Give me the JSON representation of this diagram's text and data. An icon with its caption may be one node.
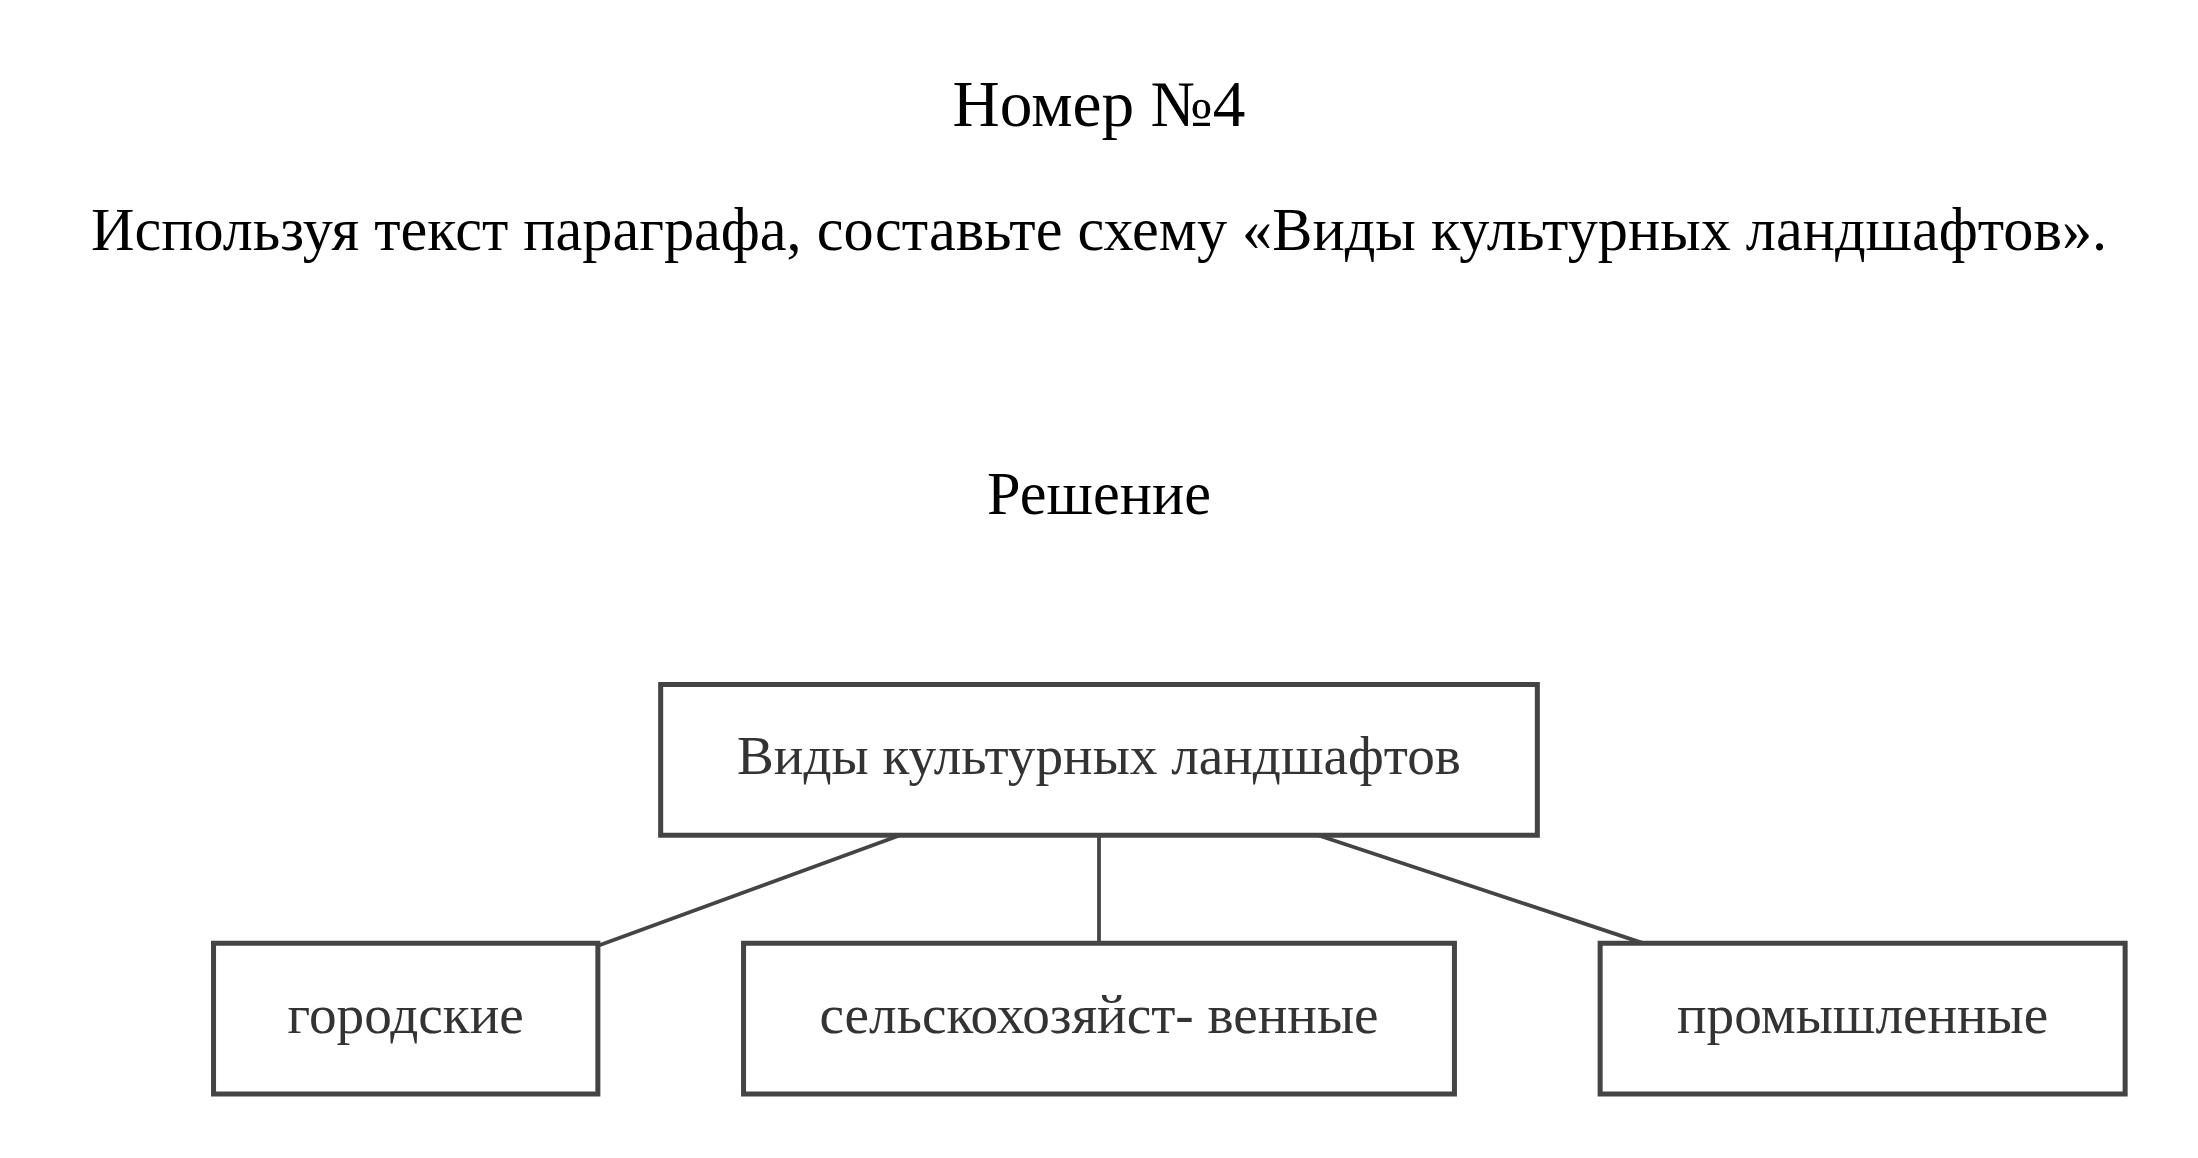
{
  "diagram": {
    "title": "Номер №4",
    "nodes": [
      {
        "text": [
          "Виды культурных ландшафтов"
        ]
      },
      {
        "text": [
          "городские"
        ]
      },
      {
        "text": [
          "сельскохозяйст- венные"
        ]
      },
      {
        "text": [
          "промышленные"
        ]
      }
    ],
    "edges": [
      {
        "from": 0,
        "to": 1,
        "arrow": "none"
      },
      {
        "from": 0,
        "to": 2,
        "arrow": "none"
      },
      {
        "from": 0,
        "to": 3,
        "arrow": "none"
      }
    ],
    "labels": [
      "Используя текст параграфа, составьте схему «Виды культурных ландшафтов».",
      "Решение"
    ]
  }
}
